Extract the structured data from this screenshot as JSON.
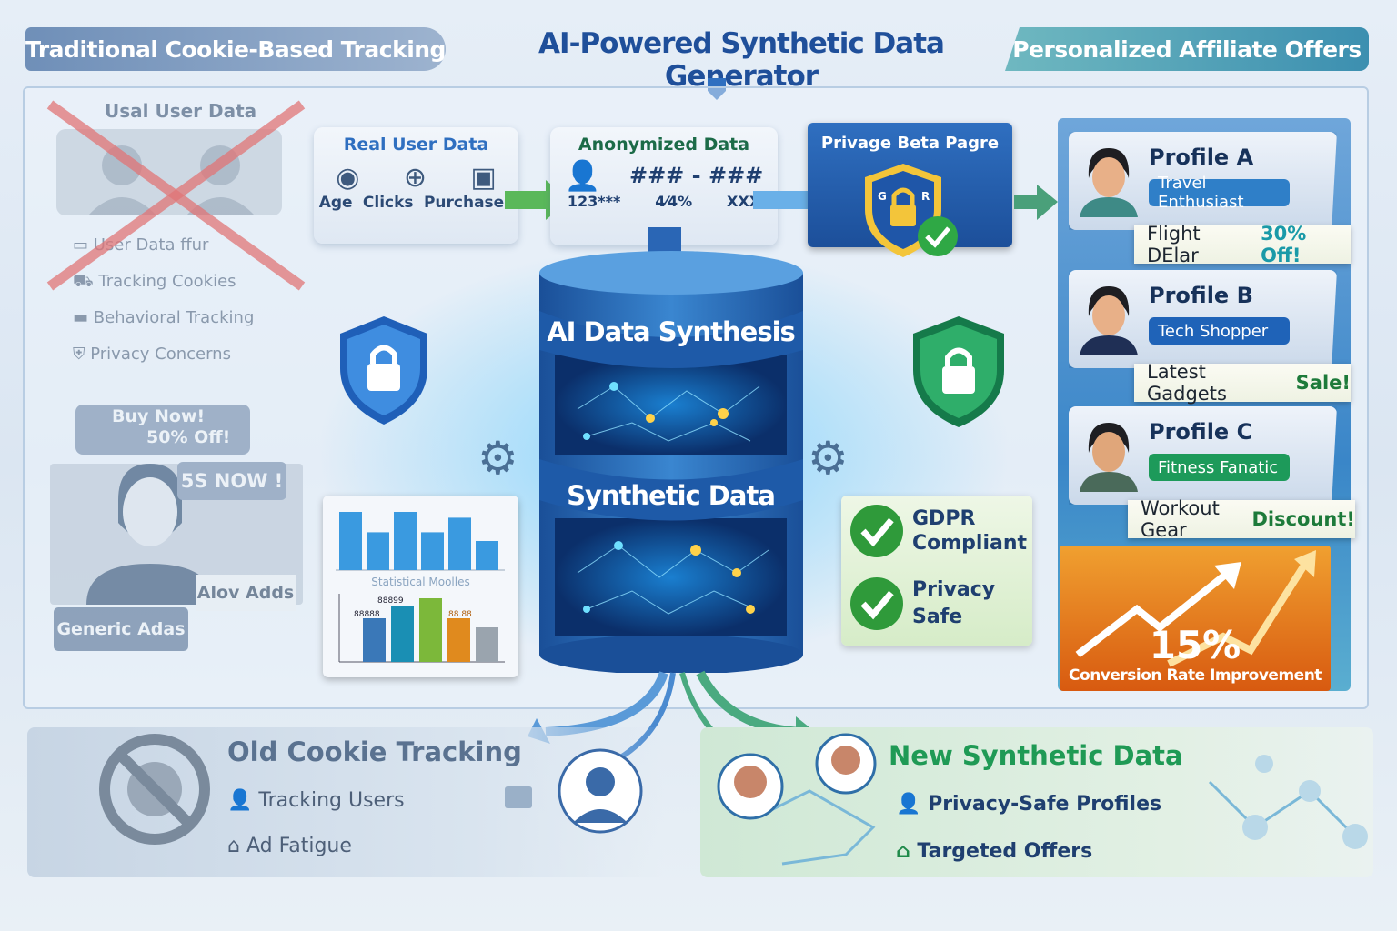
{
  "header": {
    "left_banner": "Traditional Cookie-Based Tracking",
    "title": "AI-Powered Synthetic Data Generator",
    "right_banner": "Personalized Affiliate Offers"
  },
  "traditional": {
    "crossed_title": "Usal User Data",
    "items": [
      "User Data  ffur",
      "Tracking Cookies",
      "Behavioral Tracking",
      "Privacy Concerns"
    ],
    "ad_bubble_1": [
      "Buy Now!",
      "50% Off!"
    ],
    "ad_bubble_2": "5S NOW !",
    "ad_label_1": "Alov Adds",
    "ad_label_2": "Generic Adas"
  },
  "flow": {
    "real_data": {
      "title": "Real User Data",
      "items": [
        "Age",
        "Clicks",
        "Purchases"
      ]
    },
    "anonymized": {
      "title": "Anonymized Data",
      "symbols": [
        "### - ###"
      ],
      "items": [
        "123***",
        "4⁄4%",
        "XXX"
      ]
    },
    "privacy": {
      "title": "Privage Beta Pagre",
      "shield_letters": [
        "G",
        "R"
      ]
    }
  },
  "core": {
    "top_label": "AI Data Synthesis",
    "bottom_label": "Synthetic Data"
  },
  "stats_panel": {
    "caption": "Statistical Moolles",
    "top_bars": [
      80,
      52,
      80,
      52,
      72,
      40
    ],
    "bottom_bars": [
      48,
      62,
      70,
      48,
      38
    ],
    "bottom_labels": [
      "88888",
      "88899",
      "88.88"
    ],
    "colors": [
      "#3a78b8",
      "#1a8fb4",
      "#7cb83a",
      "#e08a1e",
      "#9aa4ae"
    ]
  },
  "compliance": {
    "items": [
      {
        "line1": "GDPR",
        "line2": "Compliant"
      },
      {
        "line1": "Privacy",
        "line2": "Safe"
      }
    ]
  },
  "profiles": [
    {
      "name": "Profile A",
      "tag": "Travel Enthusiast",
      "tag_color": "#2f7fc8",
      "offer": "Flight DElar",
      "offer_highlight": "30% Off!"
    },
    {
      "name": "Profile B",
      "tag": "Tech Shopper",
      "tag_color": "#1f63b8",
      "offer": "Latest Gadgets",
      "offer_highlight": "Sale!"
    },
    {
      "name": "Profile C",
      "tag": "Fitness Fanatic",
      "tag_color": "#1d9a5a",
      "offer": "Workout Gear",
      "offer_highlight": "Discount!"
    }
  ],
  "conversion": {
    "value": "15%",
    "label": "Conversion Rate Improvement"
  },
  "bottom": {
    "old": {
      "title": "Old Cookie Tracking",
      "items": [
        "Tracking Users",
        "Ad Fatigue"
      ]
    },
    "new": {
      "title": "New Synthetic Data",
      "items": [
        "Privacy-Safe Profiles",
        "Targeted Offers"
      ]
    }
  }
}
